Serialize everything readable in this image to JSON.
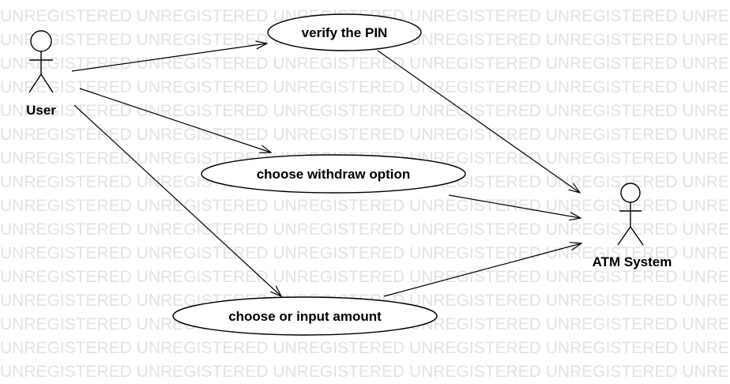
{
  "watermark": {
    "text": "UNREGISTERED"
  },
  "actors": [
    {
      "id": "user",
      "label": "User"
    },
    {
      "id": "atm",
      "label": "ATM System"
    }
  ],
  "use_cases": [
    {
      "id": "verify",
      "label": "verify the PIN"
    },
    {
      "id": "withdraw",
      "label": "choose withdraw option"
    },
    {
      "id": "amount",
      "label": "choose or input amount"
    }
  ],
  "associations": [
    {
      "from": "user",
      "to": "verify"
    },
    {
      "from": "user",
      "to": "withdraw"
    },
    {
      "from": "user",
      "to": "amount"
    },
    {
      "from": "verify",
      "to": "atm"
    },
    {
      "from": "withdraw",
      "to": "atm"
    },
    {
      "from": "amount",
      "to": "atm"
    }
  ]
}
